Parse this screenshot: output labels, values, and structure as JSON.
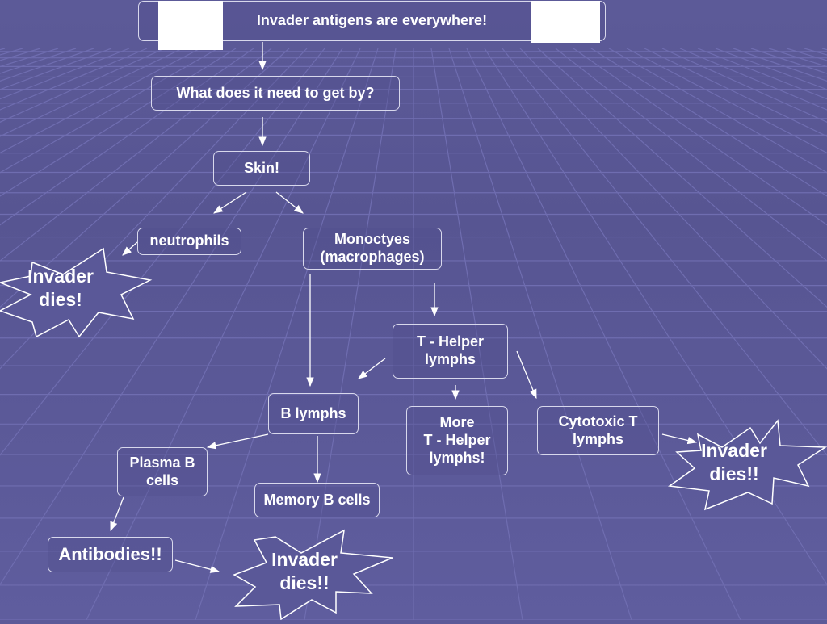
{
  "colors": {
    "background": "#5b5996",
    "grid_line": "#6f6db0",
    "box_border": "#d8d8ec",
    "text": "#ffffff",
    "arrow": "#ffffff"
  },
  "nodes": {
    "invader_antigens": "Invader antigens are everywhere!",
    "need_to_get_by": "What does it need to get by?",
    "skin": "Skin!",
    "neutrophils": "neutrophils",
    "monocytes": "Monoctyes\n(macrophages)",
    "t_helper": "T - Helper\nlymphs",
    "b_lymphs": "B lymphs",
    "more_t_helper": "More\nT - Helper\nlymphs!",
    "cytotoxic_t": "Cytotoxic T\nlymphs",
    "plasma_b": "Plasma B\ncells",
    "memory_b": "Memory B cells",
    "antibodies": "Antibodies!!"
  },
  "bursts": {
    "neutrophil_kill": "Invader\ndies!",
    "cytotoxic_kill": "Invader\ndies!!",
    "antibody_kill": "Invader\ndies!!"
  }
}
